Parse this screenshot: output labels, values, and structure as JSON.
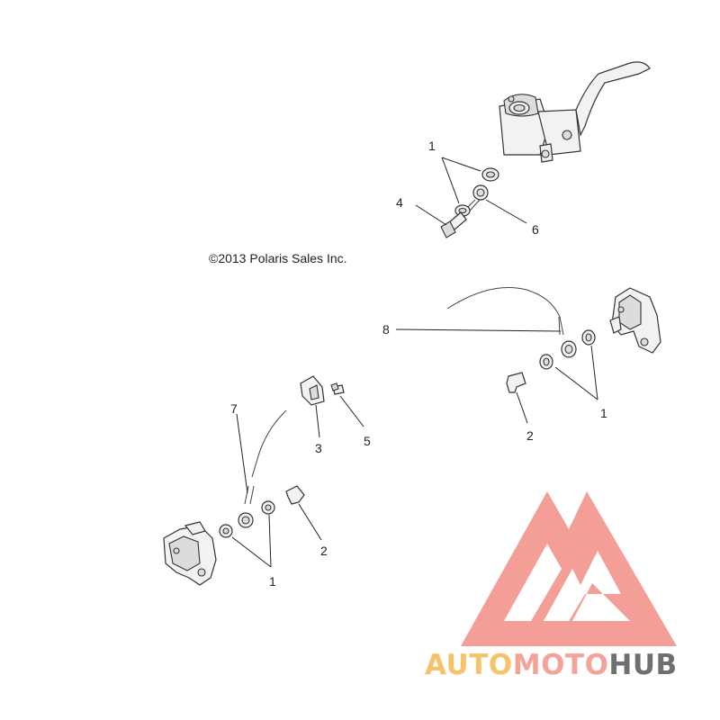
{
  "copyright": "©2013 Polaris Sales Inc.",
  "callouts": {
    "c1_top": "1",
    "c4": "4",
    "c6": "6",
    "c8": "8",
    "c1_right": "1",
    "c2_right": "2",
    "c7": "7",
    "c3": "3",
    "c5": "5",
    "c2_left": "2",
    "c1_left": "1"
  },
  "watermark": {
    "part1": "AUTO",
    "part2": "MOTO",
    "part3": "HUB",
    "colors": {
      "logo": "#f2938b",
      "auto": "#f6c36b",
      "moto": "#f4a39b",
      "hub": "#6f6f6f"
    }
  }
}
